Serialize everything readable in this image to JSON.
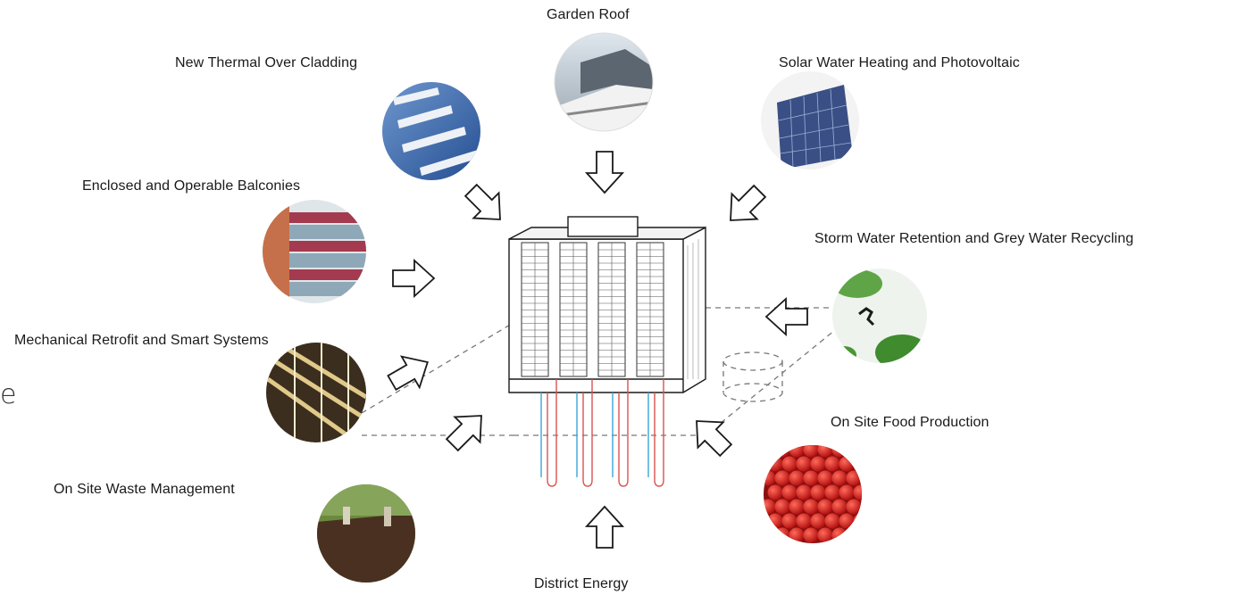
{
  "labels": {
    "garden_roof": "Garden Roof",
    "thermal_cladding": "New Thermal Over Cladding",
    "solar": "Solar Water Heating  and Photovoltaic",
    "balconies": "Enclosed and Operable Balconies",
    "storm_water": "Storm Water Retention and Grey Water Recycling",
    "mechanical": "Mechanical Retrofit and Smart Systems",
    "food": "On Site Food Production",
    "waste": "On Site Waste Management",
    "district": "District Energy"
  },
  "edge_fragment": "e",
  "colors": {
    "supply_pipe": "#3aa6d8",
    "return_pipe": "#d9534f",
    "outline": "#1a1a1a",
    "dash": "#777777"
  },
  "icons": {
    "garden_roof": "garden-roof-photo",
    "thermal_cladding": "cladding-photo",
    "solar": "solar-facade-photo",
    "balconies": "balconies-photo",
    "storm_water": "storm-water-photo",
    "mechanical": "mechanical-photo",
    "food": "tomatoes-photo",
    "waste": "waste-garden-photo"
  }
}
